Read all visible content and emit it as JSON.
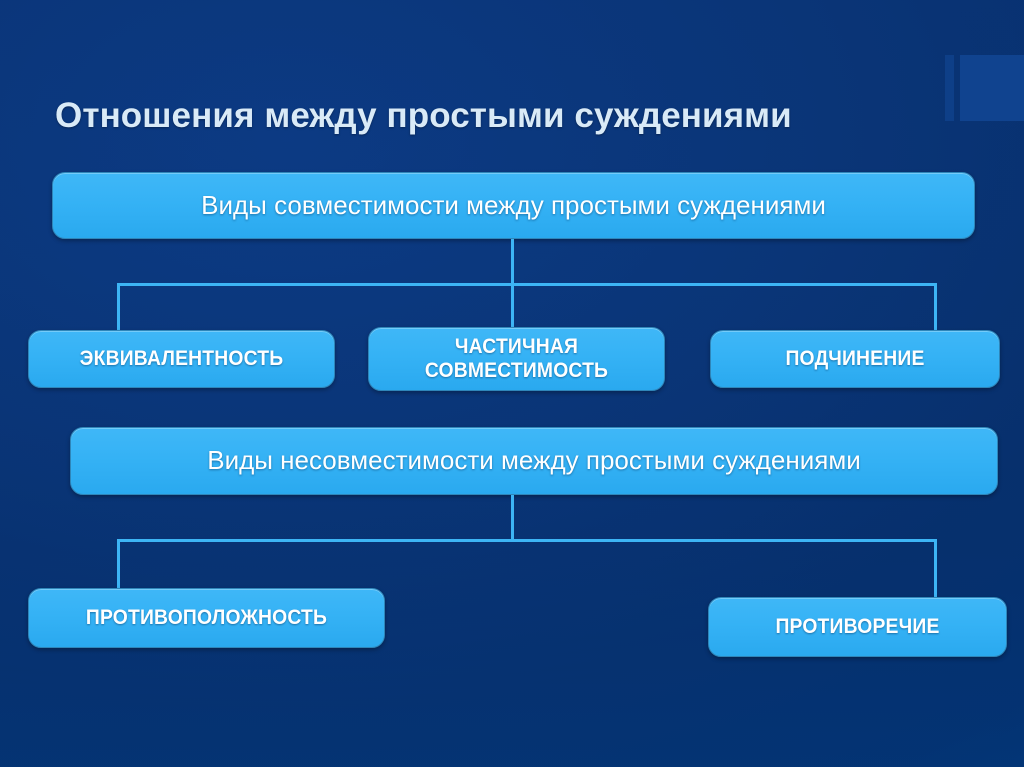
{
  "slide": {
    "title": "Отношения между простыми суждениями",
    "language": "ru",
    "background_color": "#083573",
    "accent_color": "#35b2f5",
    "title_color": "#d9eaf7",
    "node_text_color": "#ffffff",
    "connector_color": "#3db5f5"
  },
  "diagram": {
    "type": "tree",
    "branches": [
      {
        "root": "Виды совместимости между простыми суждениями",
        "children": [
          "ЭКВИВАЛЕНТНОСТЬ",
          "ЧАСТИЧНАЯ СОВМЕСТИМОСТЬ",
          "ПОДЧИНЕНИЕ"
        ]
      },
      {
        "root": "Виды несовместимости между простыми суждениями",
        "children": [
          "ПРОТИВОПОЛОЖНОСТЬ",
          "ПРОТИВОРЕЧИЕ"
        ]
      }
    ]
  },
  "nodes": {
    "compatibility_root": "Виды совместимости между простыми суждениями",
    "equivalence": "ЭКВИВАЛЕНТНОСТЬ",
    "partial_line1": "ЧАСТИЧНАЯ",
    "partial_line2": "СОВМЕСТИМОСТЬ",
    "subordination": "ПОДЧИНЕНИЕ",
    "incompatibility_root": "Виды несовместимости между простыми суждениями",
    "opposition": "ПРОТИВОПОЛОЖНОСТЬ",
    "contradiction": "ПРОТИВОРЕЧИЕ"
  }
}
